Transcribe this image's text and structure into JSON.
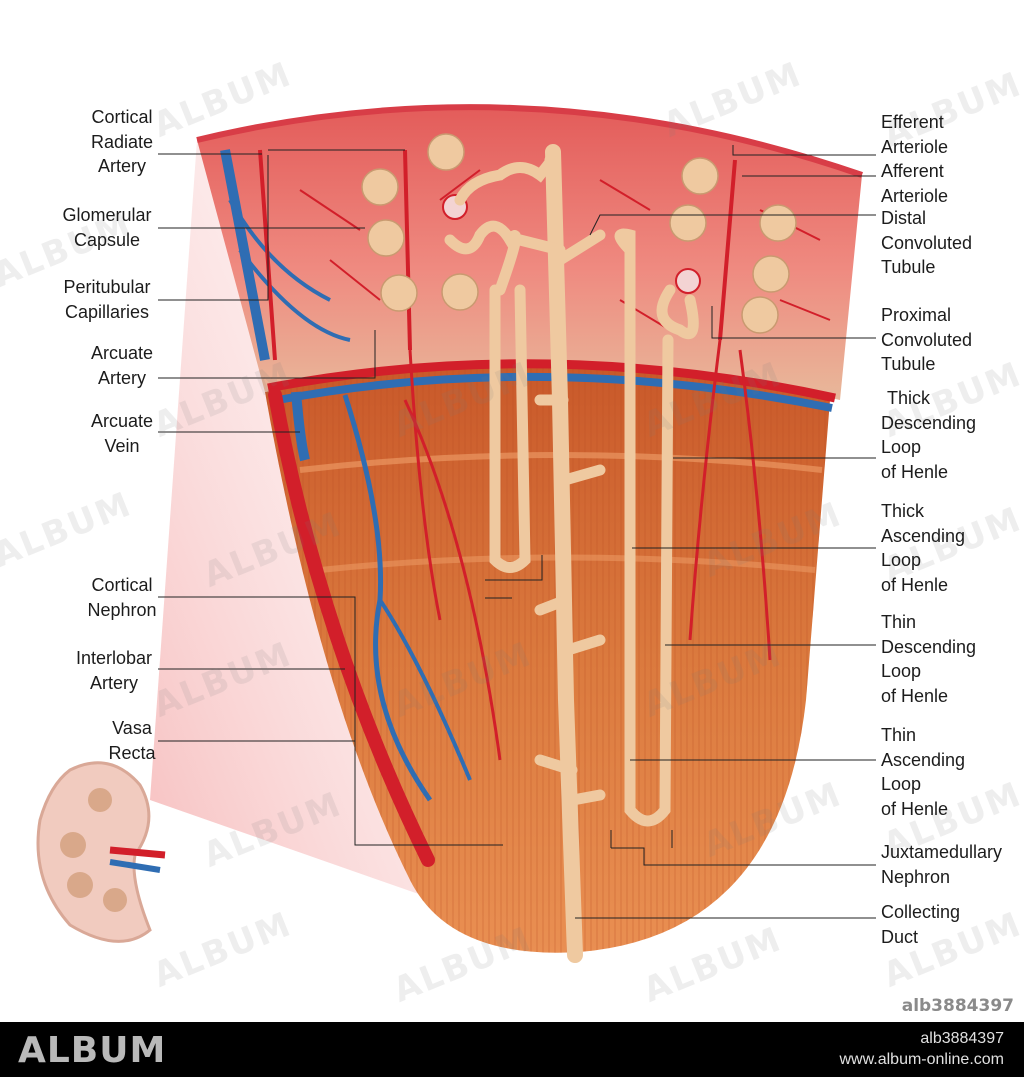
{
  "labels_left": [
    {
      "id": "cortical-radiate-artery",
      "lines": [
        "Cortical",
        "Radiate",
        "Artery"
      ]
    },
    {
      "id": "glomerular-capsule",
      "lines": [
        "Glomerular",
        "Capsule"
      ]
    },
    {
      "id": "peritubular-capillaries",
      "lines": [
        "Peritubular",
        "Capillaries"
      ]
    },
    {
      "id": "arcuate-artery",
      "lines": [
        "Arcuate",
        "Artery"
      ]
    },
    {
      "id": "arcuate-vein",
      "lines": [
        "Arcuate",
        "Vein"
      ]
    },
    {
      "id": "cortical-nephron",
      "lines": [
        "Cortical",
        "Nephron"
      ]
    },
    {
      "id": "interlobar-artery",
      "lines": [
        "Interlobar",
        "Artery"
      ]
    },
    {
      "id": "vasa-recta",
      "lines": [
        "Vasa",
        "Recta"
      ]
    }
  ],
  "labels_right": [
    {
      "id": "efferent-arteriole",
      "lines": [
        "Efferent",
        "Arteriole"
      ]
    },
    {
      "id": "afferent-arteriole",
      "lines": [
        "Afferent",
        "Arteriole"
      ]
    },
    {
      "id": "distal-convoluted-tubule",
      "lines": [
        "Distal",
        "Convoluted",
        "Tubule"
      ]
    },
    {
      "id": "proximal-convoluted-tubule",
      "lines": [
        "Proximal",
        "Convoluted",
        "Tubule"
      ]
    },
    {
      "id": "thick-descending-loop",
      "lines": [
        "Thick",
        "Descending",
        "Loop",
        "of Henle"
      ]
    },
    {
      "id": "thick-ascending-loop",
      "lines": [
        "Thick",
        "Ascending",
        "Loop",
        "of Henle"
      ]
    },
    {
      "id": "thin-descending-loop",
      "lines": [
        "Thin",
        "Descending",
        "Loop",
        "of Henle"
      ]
    },
    {
      "id": "thin-ascending-loop",
      "lines": [
        "Thin",
        "Ascending",
        "Loop",
        "of Henle"
      ]
    },
    {
      "id": "juxtamedullary-nephron",
      "lines": [
        "Juxtamedullary",
        "Nephron"
      ]
    },
    {
      "id": "collecting-duct",
      "lines": [
        "Collecting",
        "Duct"
      ]
    }
  ],
  "watermark": "ALBUM",
  "image_id": "alb3884397",
  "footer": {
    "brand": "ALBUM",
    "id": "alb3884397",
    "url": "www.album-online.com"
  },
  "colors": {
    "cortex": "#e9706a",
    "medulla": "#d9743a",
    "artery": "#d21f2a",
    "vein": "#2f6db3",
    "tubule": "#efc9a0",
    "leader": "#222222"
  }
}
